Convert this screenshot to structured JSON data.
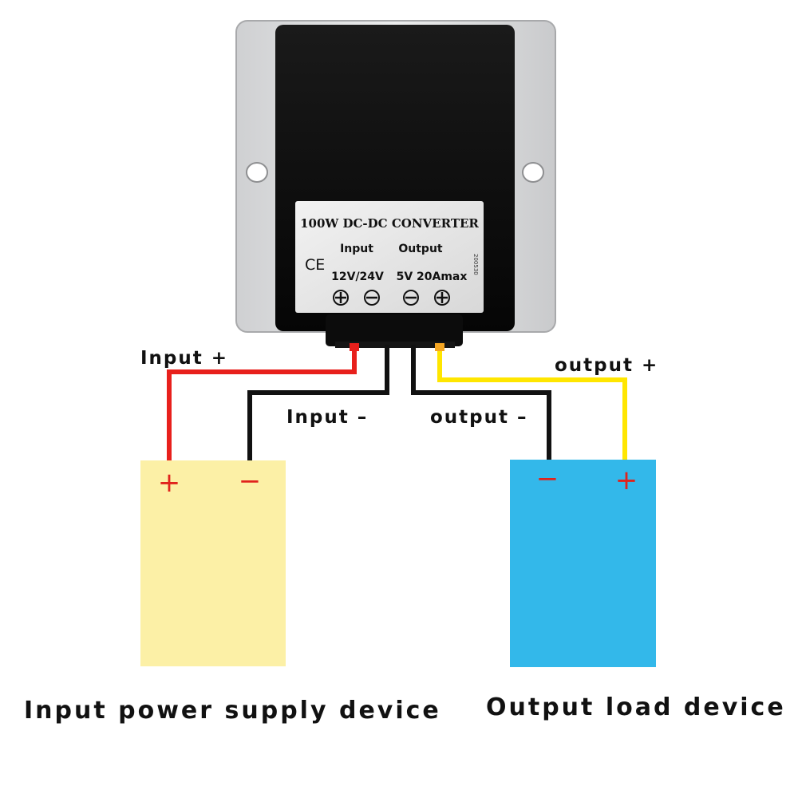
{
  "converter": {
    "title": "100W DC-DC CONVERTER",
    "input_heading": "Input",
    "output_heading": "Output",
    "input_spec": "12V/24V",
    "output_spec": "5V 20Amax",
    "ce_mark": "CE",
    "batch_code": "200530",
    "terminal_symbols": [
      "plus-circle-icon",
      "minus-circle-icon",
      "minus-circle-icon",
      "plus-circle-icon"
    ]
  },
  "wires": {
    "input_plus": {
      "label": "Input +",
      "color": "#e8201c"
    },
    "input_minus": {
      "label": "Input –",
      "color": "#111111"
    },
    "output_minus": {
      "label": "output –",
      "color": "#111111"
    },
    "output_plus": {
      "label": "output +",
      "color": "#ffe600"
    }
  },
  "devices": {
    "input_supply": {
      "label": "Input power supply device",
      "color": "#fcf0a6",
      "plus": "+",
      "minus": "−"
    },
    "output_load": {
      "label": "Output load device",
      "color": "#33b8ea",
      "plus": "+",
      "minus": "−"
    }
  }
}
